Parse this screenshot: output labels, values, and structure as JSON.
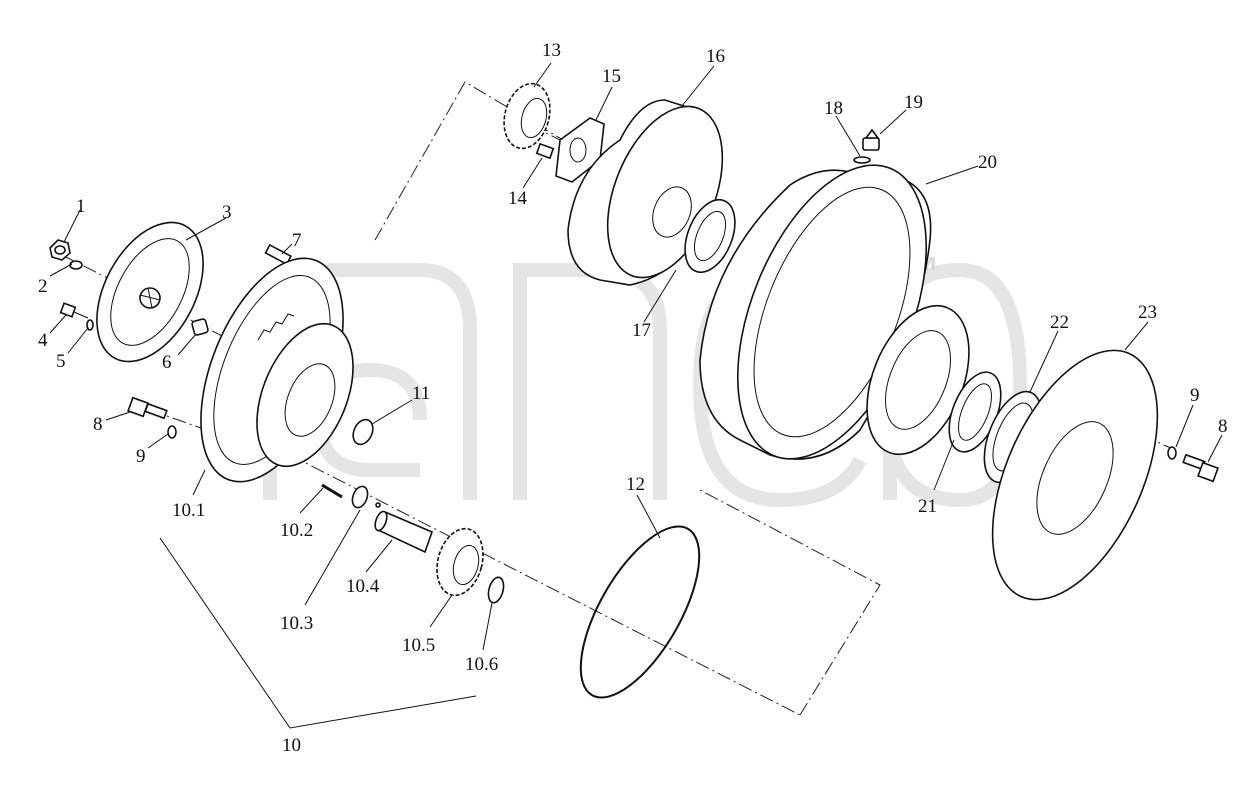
{
  "watermark": {
    "text": "™"
  },
  "corner_mark": "",
  "callouts": [
    {
      "id": "c1",
      "text": "1"
    },
    {
      "id": "c2",
      "text": "2"
    },
    {
      "id": "c3",
      "text": "3"
    },
    {
      "id": "c4",
      "text": "4"
    },
    {
      "id": "c5",
      "text": "5"
    },
    {
      "id": "c6",
      "text": "6"
    },
    {
      "id": "c7",
      "text": "7"
    },
    {
      "id": "c8a",
      "text": "8"
    },
    {
      "id": "c9a",
      "text": "9"
    },
    {
      "id": "c10_1",
      "text": "10.1"
    },
    {
      "id": "c10_2",
      "text": "10.2"
    },
    {
      "id": "c10_3",
      "text": "10.3"
    },
    {
      "id": "c10_4",
      "text": "10.4"
    },
    {
      "id": "c10_5",
      "text": "10.5"
    },
    {
      "id": "c10_6",
      "text": "10.6"
    },
    {
      "id": "c10",
      "text": "10"
    },
    {
      "id": "c11",
      "text": "11"
    },
    {
      "id": "c12",
      "text": "12"
    },
    {
      "id": "c13",
      "text": "13"
    },
    {
      "id": "c14",
      "text": "14"
    },
    {
      "id": "c15",
      "text": "15"
    },
    {
      "id": "c16",
      "text": "16"
    },
    {
      "id": "c17",
      "text": "17"
    },
    {
      "id": "c18",
      "text": "18"
    },
    {
      "id": "c19",
      "text": "19"
    },
    {
      "id": "c20",
      "text": "20"
    },
    {
      "id": "c21",
      "text": "21"
    },
    {
      "id": "c22",
      "text": "22"
    },
    {
      "id": "c23",
      "text": "23"
    },
    {
      "id": "c9b",
      "text": "9"
    },
    {
      "id": "c8b",
      "text": "8"
    }
  ]
}
